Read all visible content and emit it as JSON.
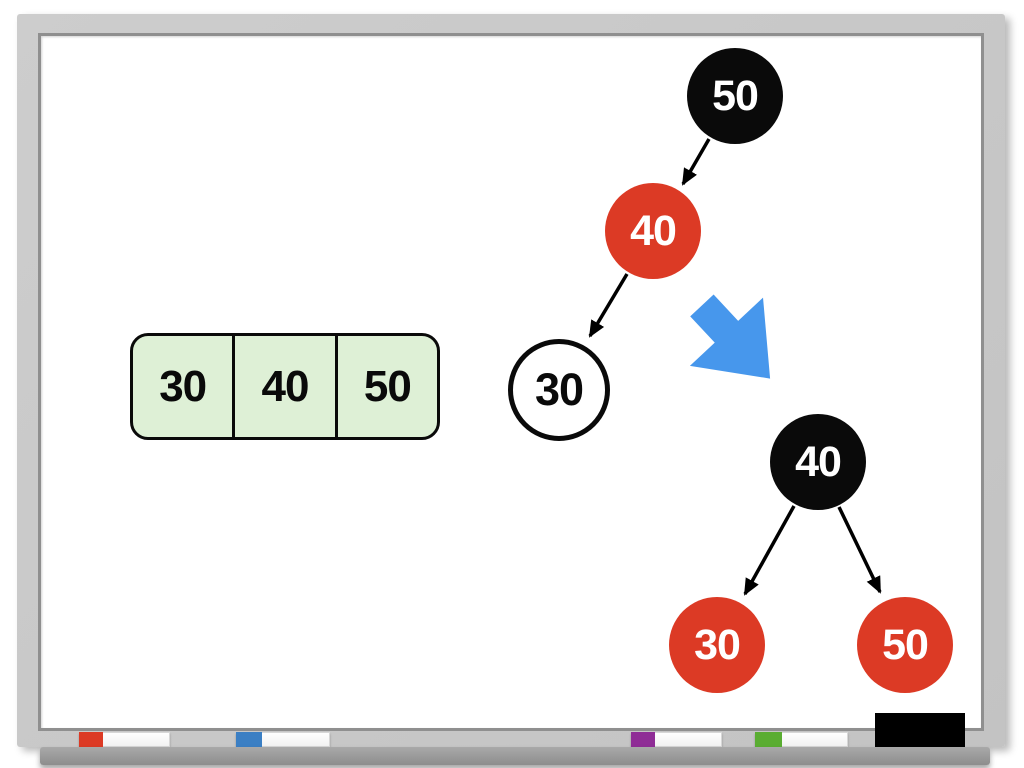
{
  "scene": {
    "description": "Whiteboard diagram of a BST/red-black tree rebalancing: sorted array 30-40-50, an unbalanced chain 50-40-30, and the balanced result with 40 as root"
  },
  "array_box": {
    "cells": [
      "30",
      "40",
      "50"
    ],
    "fill": "#def0d6"
  },
  "tree_before": {
    "nodes": [
      {
        "label": "50",
        "variant": "black"
      },
      {
        "label": "40",
        "variant": "red"
      },
      {
        "label": "30",
        "variant": "white"
      }
    ],
    "edges": [
      "50->40",
      "40->30"
    ]
  },
  "transform_arrow": {
    "direction": "down-right",
    "color": "#4797ec"
  },
  "tree_after": {
    "nodes": [
      {
        "label": "40",
        "variant": "black"
      },
      {
        "label": "30",
        "variant": "red"
      },
      {
        "label": "50",
        "variant": "red"
      }
    ],
    "edges": [
      "40->30",
      "40->50"
    ]
  },
  "colors": {
    "node_black": "#0a0a0a",
    "node_red": "#dc3a25",
    "node_white_fill": "#ffffff",
    "edge_stroke": "#000000",
    "array_fill": "#def0d6",
    "frame_gray": "#c8c8c8",
    "tray_gray": "#9a9a9a"
  },
  "tray": {
    "markers": [
      {
        "name": "red-marker",
        "cap_color": "#dc3a25"
      },
      {
        "name": "blue-marker",
        "cap_color": "#3b7fc4"
      },
      {
        "name": "purple-marker",
        "cap_color": "#8f2d96"
      },
      {
        "name": "green-marker",
        "cap_color": "#5aad32"
      }
    ],
    "eraser_color": "#000000"
  }
}
